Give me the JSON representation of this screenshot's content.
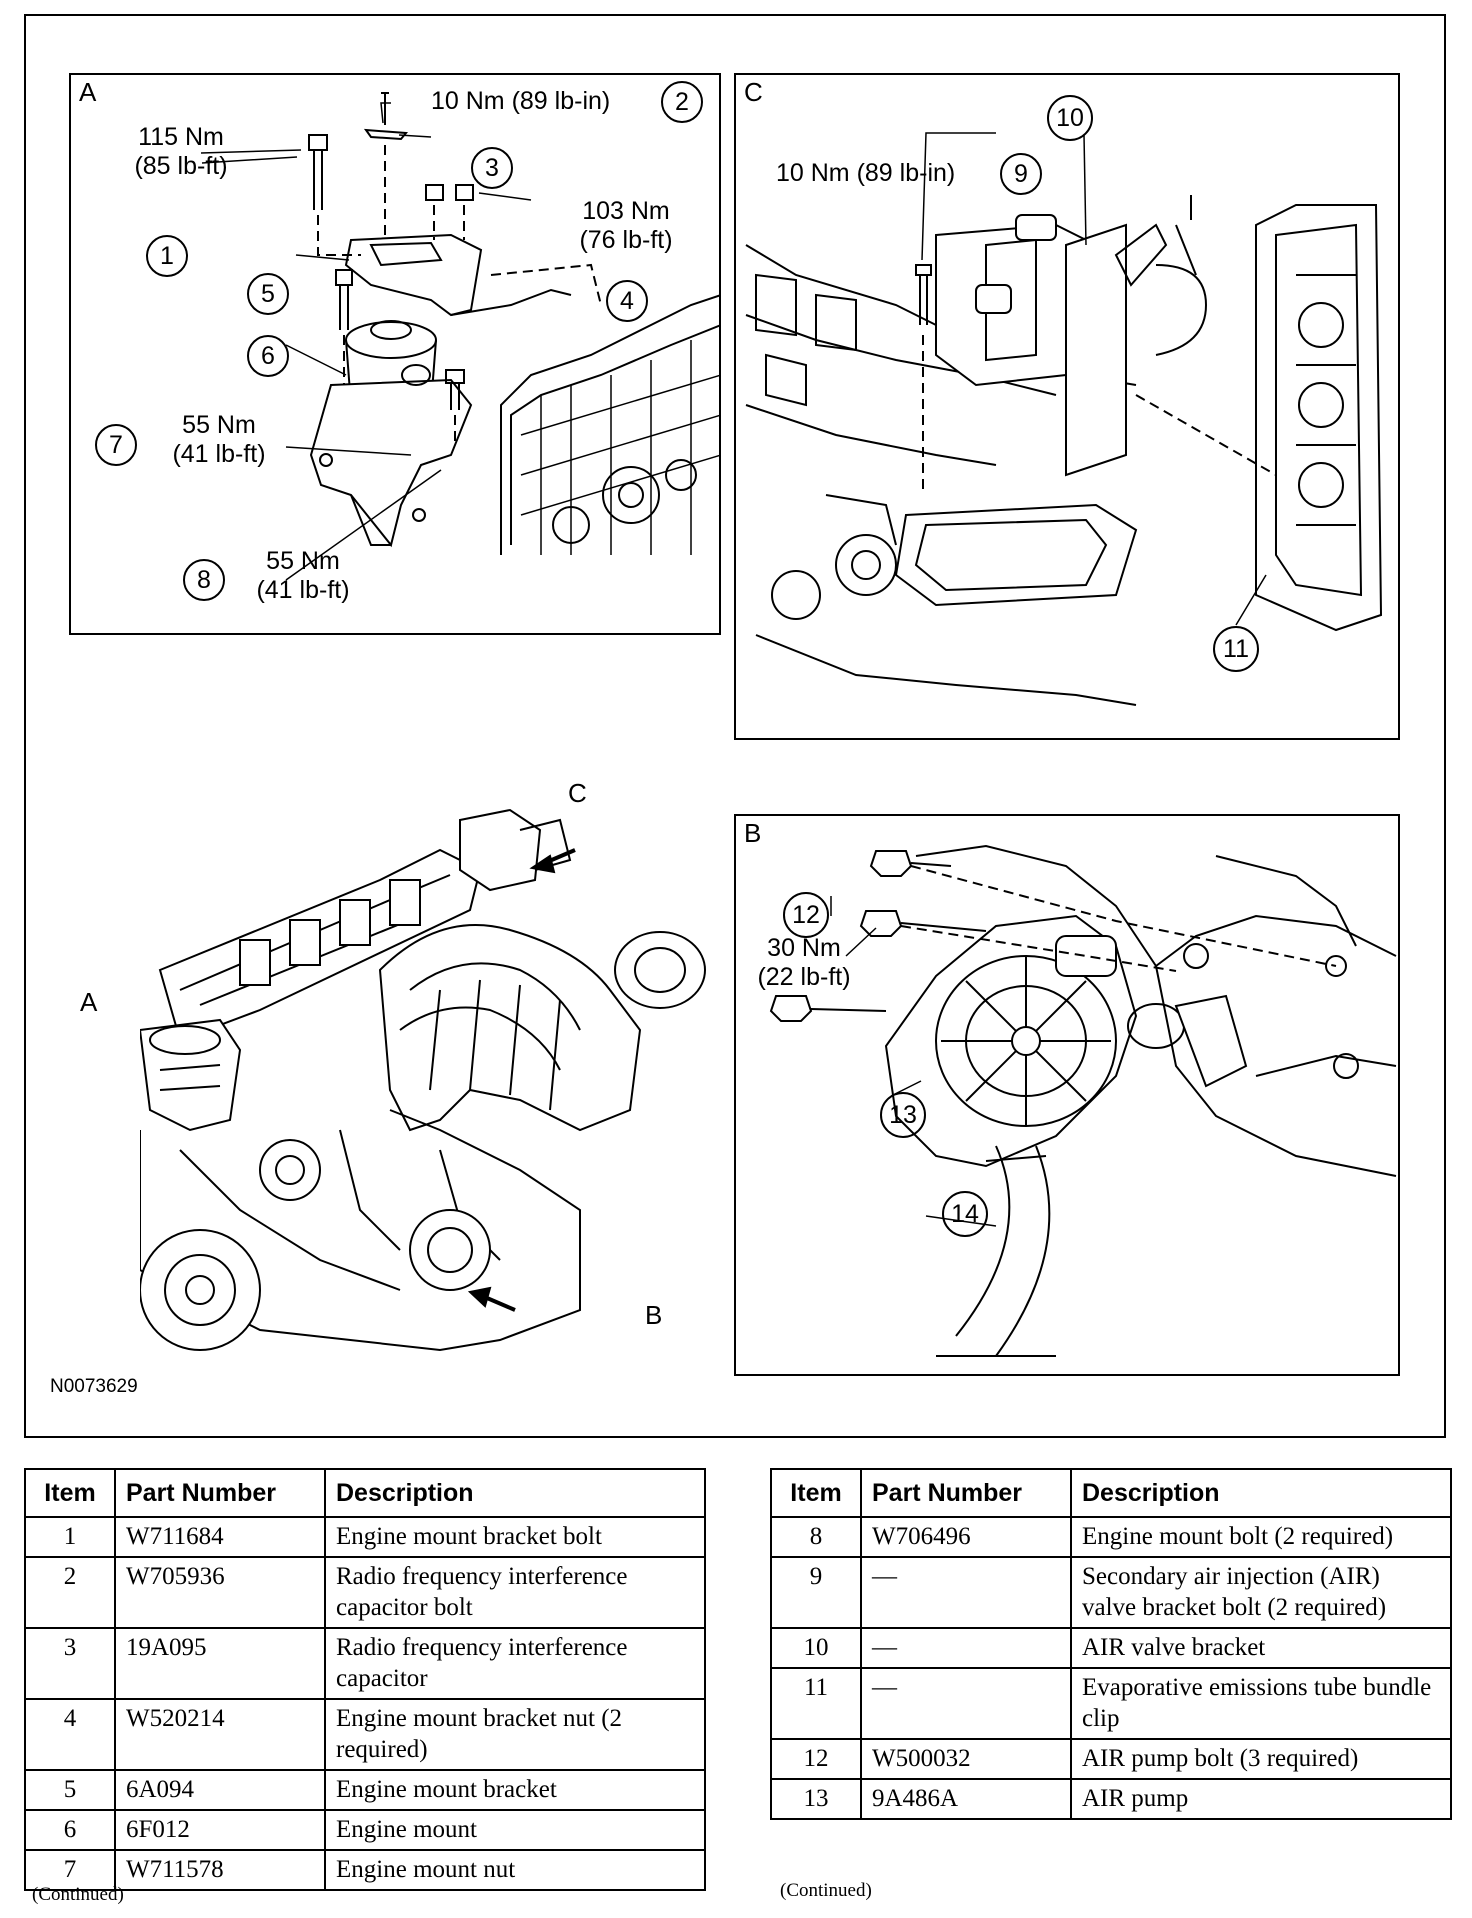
{
  "figure": {
    "panels": {
      "a": {
        "letter": "A",
        "callouts": [
          {
            "num": "1",
            "torque_nm": "115 Nm",
            "torque_imp": "(85 lb-ft)"
          },
          {
            "num": "2",
            "torque": "10 Nm (89 lb-in)"
          },
          {
            "num": "3"
          },
          {
            "num": "4",
            "torque_nm": "103 Nm",
            "torque_imp": "(76 lb-ft)"
          },
          {
            "num": "5"
          },
          {
            "num": "6"
          },
          {
            "num": "7",
            "torque_nm": "55 Nm",
            "torque_imp": "(41 lb-ft)"
          },
          {
            "num": "8",
            "torque_nm": "55 Nm",
            "torque_imp": "(41 lb-ft)"
          }
        ]
      },
      "c": {
        "letter": "C",
        "callouts": [
          {
            "num": "9",
            "torque": "10 Nm (89 lb-in)"
          },
          {
            "num": "10"
          },
          {
            "num": "11"
          }
        ]
      },
      "b": {
        "letter": "B",
        "callouts": [
          {
            "num": "12",
            "torque_nm": "30 Nm",
            "torque_imp": "(22 lb-ft)"
          },
          {
            "num": "13"
          },
          {
            "num": "14"
          }
        ]
      }
    },
    "view_refs": {
      "a": "A",
      "b": "B",
      "c": "C"
    },
    "figure_id": "N0073629"
  },
  "tables": {
    "headers": {
      "item": "Item",
      "part_number": "Part Number",
      "description": "Description"
    },
    "left": {
      "rows": [
        {
          "item": "1",
          "part": "W711684",
          "desc": "Engine mount bracket bolt"
        },
        {
          "item": "2",
          "part": "W705936",
          "desc": "Radio frequency interference capacitor bolt"
        },
        {
          "item": "3",
          "part": "19A095",
          "desc": "Radio frequency interference capacitor"
        },
        {
          "item": "4",
          "part": "W520214",
          "desc": "Engine mount bracket nut (2 required)"
        },
        {
          "item": "5",
          "part": "6A094",
          "desc": "Engine mount bracket"
        },
        {
          "item": "6",
          "part": "6F012",
          "desc": "Engine mount"
        },
        {
          "item": "7",
          "part": "W711578",
          "desc": "Engine mount nut"
        }
      ],
      "continued": "(Continued)"
    },
    "right": {
      "rows": [
        {
          "item": "8",
          "part": "W706496",
          "desc": "Engine mount bolt (2 required)"
        },
        {
          "item": "9",
          "part": "—",
          "desc": "Secondary air injection (AIR) valve bracket bolt (2 required)"
        },
        {
          "item": "10",
          "part": "—",
          "desc": "AIR valve bracket"
        },
        {
          "item": "11",
          "part": "—",
          "desc": "Evaporative emissions tube bundle clip"
        },
        {
          "item": "12",
          "part": "W500032",
          "desc": "AIR pump bolt (3 required)"
        },
        {
          "item": "13",
          "part": "9A486A",
          "desc": "AIR pump"
        }
      ],
      "continued": "(Continued)"
    }
  }
}
